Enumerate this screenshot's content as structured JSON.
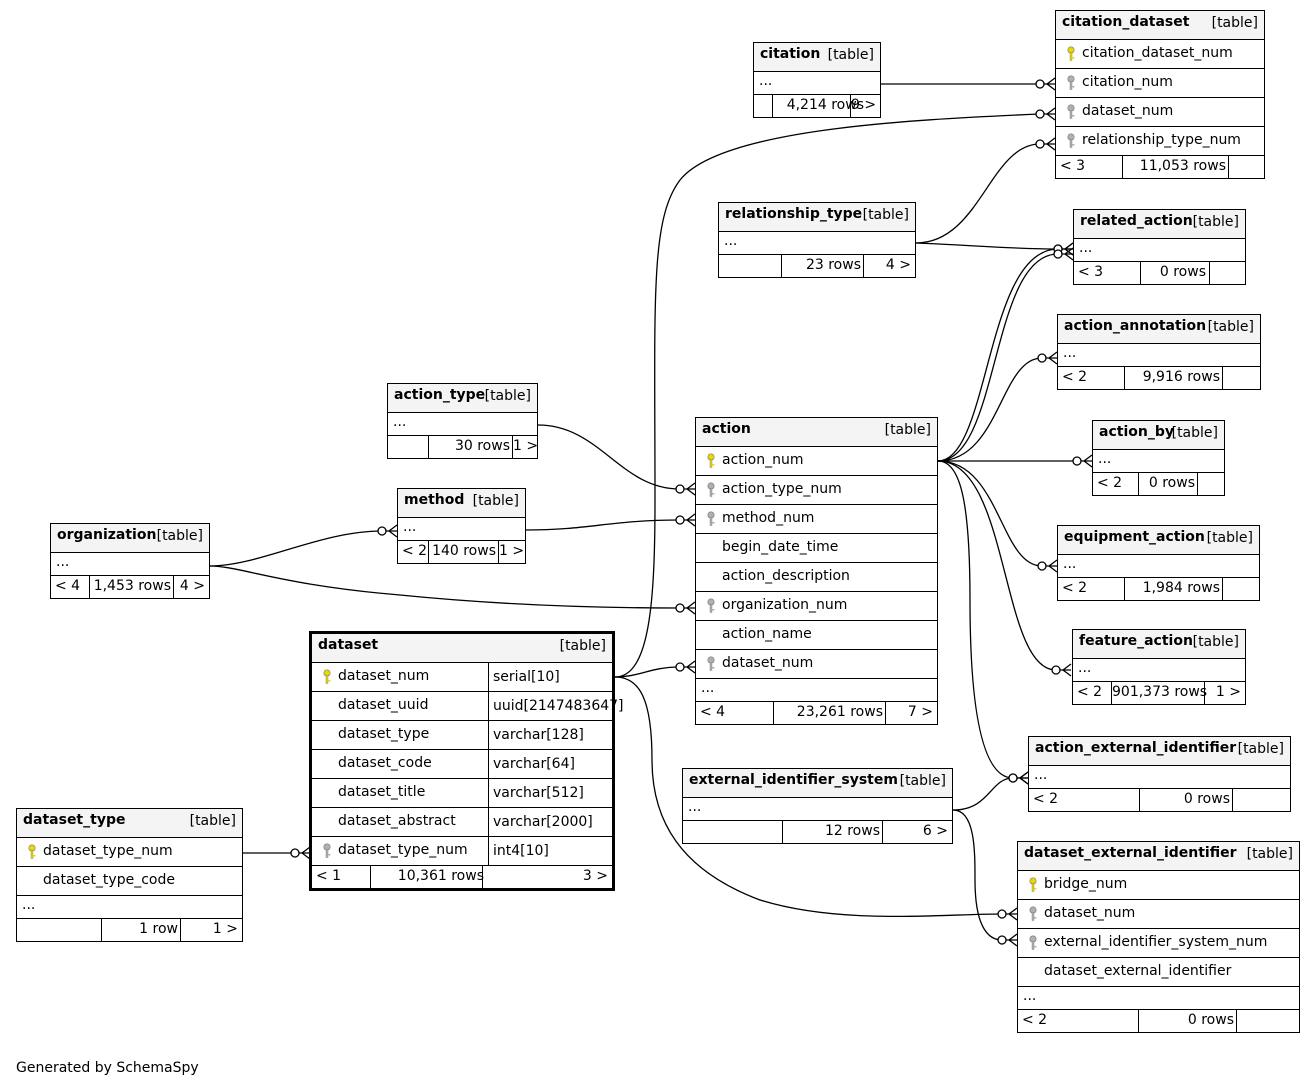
{
  "tables": [
    {
      "id": "citation",
      "name": "citation",
      "kind": "[table]",
      "columns": [
        {
          "name": "...",
          "key": "none"
        }
      ],
      "footer": {
        "left": "",
        "rows": "4,214 rows",
        "right": "9 >"
      }
    },
    {
      "id": "citation_dataset",
      "name": "citation_dataset",
      "kind": "[table]",
      "columns": [
        {
          "name": "citation_dataset_num",
          "key": "pk"
        },
        {
          "name": "citation_num",
          "key": "fk"
        },
        {
          "name": "dataset_num",
          "key": "fk"
        },
        {
          "name": "relationship_type_num",
          "key": "fk"
        }
      ],
      "footer": {
        "left": "< 3",
        "rows": "11,053 rows",
        "right": ""
      }
    },
    {
      "id": "relationship_type",
      "name": "relationship_type",
      "kind": "[table]",
      "columns": [
        {
          "name": "...",
          "key": "none"
        }
      ],
      "footer": {
        "left": "",
        "rows": "23 rows",
        "right": "4 >"
      }
    },
    {
      "id": "related_action",
      "name": "related_action",
      "kind": "[table]",
      "columns": [
        {
          "name": "...",
          "key": "none"
        }
      ],
      "footer": {
        "left": "< 3",
        "rows": "0 rows",
        "right": ""
      }
    },
    {
      "id": "action_annotation",
      "name": "action_annotation",
      "kind": "[table]",
      "columns": [
        {
          "name": "...",
          "key": "none"
        }
      ],
      "footer": {
        "left": "< 2",
        "rows": "9,916 rows",
        "right": ""
      }
    },
    {
      "id": "action_type",
      "name": "action_type",
      "kind": "[table]",
      "columns": [
        {
          "name": "...",
          "key": "none"
        }
      ],
      "footer": {
        "left": "",
        "rows": "30 rows",
        "right": "1 >"
      }
    },
    {
      "id": "action",
      "name": "action",
      "kind": "[table]",
      "columns": [
        {
          "name": "action_num",
          "key": "pk"
        },
        {
          "name": "action_type_num",
          "key": "fk"
        },
        {
          "name": "method_num",
          "key": "fk"
        },
        {
          "name": "begin_date_time",
          "key": "none"
        },
        {
          "name": "action_description",
          "key": "none"
        },
        {
          "name": "organization_num",
          "key": "fk"
        },
        {
          "name": "action_name",
          "key": "none"
        },
        {
          "name": "dataset_num",
          "key": "fk"
        },
        {
          "name": "...",
          "key": "ell"
        }
      ],
      "footer": {
        "left": "< 4",
        "rows": "23,261 rows",
        "right": "7 >"
      }
    },
    {
      "id": "action_by",
      "name": "action_by",
      "kind": "[table]",
      "columns": [
        {
          "name": "...",
          "key": "none"
        }
      ],
      "footer": {
        "left": "< 2",
        "rows": "0 rows",
        "right": ""
      }
    },
    {
      "id": "method",
      "name": "method",
      "kind": "[table]",
      "columns": [
        {
          "name": "...",
          "key": "none"
        }
      ],
      "footer": {
        "left": "< 2",
        "rows": "140 rows",
        "right": "1 >"
      }
    },
    {
      "id": "organization",
      "name": "organization",
      "kind": "[table]",
      "columns": [
        {
          "name": "...",
          "key": "none"
        }
      ],
      "footer": {
        "left": "< 4",
        "rows": "1,453 rows",
        "right": "4 >"
      }
    },
    {
      "id": "equipment_action",
      "name": "equipment_action",
      "kind": "[table]",
      "columns": [
        {
          "name": "...",
          "key": "none"
        }
      ],
      "footer": {
        "left": "< 2",
        "rows": "1,984 rows",
        "right": ""
      }
    },
    {
      "id": "dataset",
      "name": "dataset",
      "kind": "[table]",
      "columns": [
        {
          "name": "dataset_num",
          "key": "pk",
          "type": "serial[10]"
        },
        {
          "name": "dataset_uuid",
          "key": "none",
          "type": "uuid[2147483647]"
        },
        {
          "name": "dataset_type",
          "key": "none",
          "type": "varchar[128]"
        },
        {
          "name": "dataset_code",
          "key": "none",
          "type": "varchar[64]"
        },
        {
          "name": "dataset_title",
          "key": "none",
          "type": "varchar[512]"
        },
        {
          "name": "dataset_abstract",
          "key": "none",
          "type": "varchar[2000]"
        },
        {
          "name": "dataset_type_num",
          "key": "fk",
          "type": "int4[10]"
        }
      ],
      "footer": {
        "left": "< 1",
        "rows": "10,361 rows",
        "right": "3 >"
      }
    },
    {
      "id": "feature_action",
      "name": "feature_action",
      "kind": "[table]",
      "columns": [
        {
          "name": "...",
          "key": "none"
        }
      ],
      "footer": {
        "left": "< 2",
        "rows": "901,373 rows",
        "right": "1 >"
      }
    },
    {
      "id": "action_external_identifier",
      "name": "action_external_identifier",
      "kind": "[table]",
      "columns": [
        {
          "name": "...",
          "key": "none"
        }
      ],
      "footer": {
        "left": "< 2",
        "rows": "0 rows",
        "right": ""
      }
    },
    {
      "id": "external_identifier_system",
      "name": "external_identifier_system",
      "kind": "[table]",
      "columns": [
        {
          "name": "...",
          "key": "none"
        }
      ],
      "footer": {
        "left": "",
        "rows": "12 rows",
        "right": "6 >"
      }
    },
    {
      "id": "dataset_type",
      "name": "dataset_type",
      "kind": "[table]",
      "columns": [
        {
          "name": "dataset_type_num",
          "key": "pk"
        },
        {
          "name": "dataset_type_code",
          "key": "none"
        },
        {
          "name": "...",
          "key": "ell"
        }
      ],
      "footer": {
        "left": "",
        "rows": "1 row",
        "right": "1 >"
      }
    },
    {
      "id": "dataset_external_identifier",
      "name": "dataset_external_identifier",
      "kind": "[table]",
      "columns": [
        {
          "name": "bridge_num",
          "key": "pk"
        },
        {
          "name": "dataset_num",
          "key": "fk"
        },
        {
          "name": "external_identifier_system_num",
          "key": "fk"
        },
        {
          "name": "dataset_external_identifier",
          "key": "none"
        },
        {
          "name": "...",
          "key": "ell"
        }
      ],
      "footer": {
        "left": "< 2",
        "rows": "0 rows",
        "right": ""
      }
    }
  ],
  "colors": {
    "pk_key": "#e8d800",
    "fk_key": "#b0b0b0",
    "line": "#000000",
    "header_bg": "#f4f4f4"
  },
  "icons": {
    "primary_key": "key-icon",
    "foreign_key": "key-icon"
  },
  "footer_text": "Generated by SchemaSpy"
}
